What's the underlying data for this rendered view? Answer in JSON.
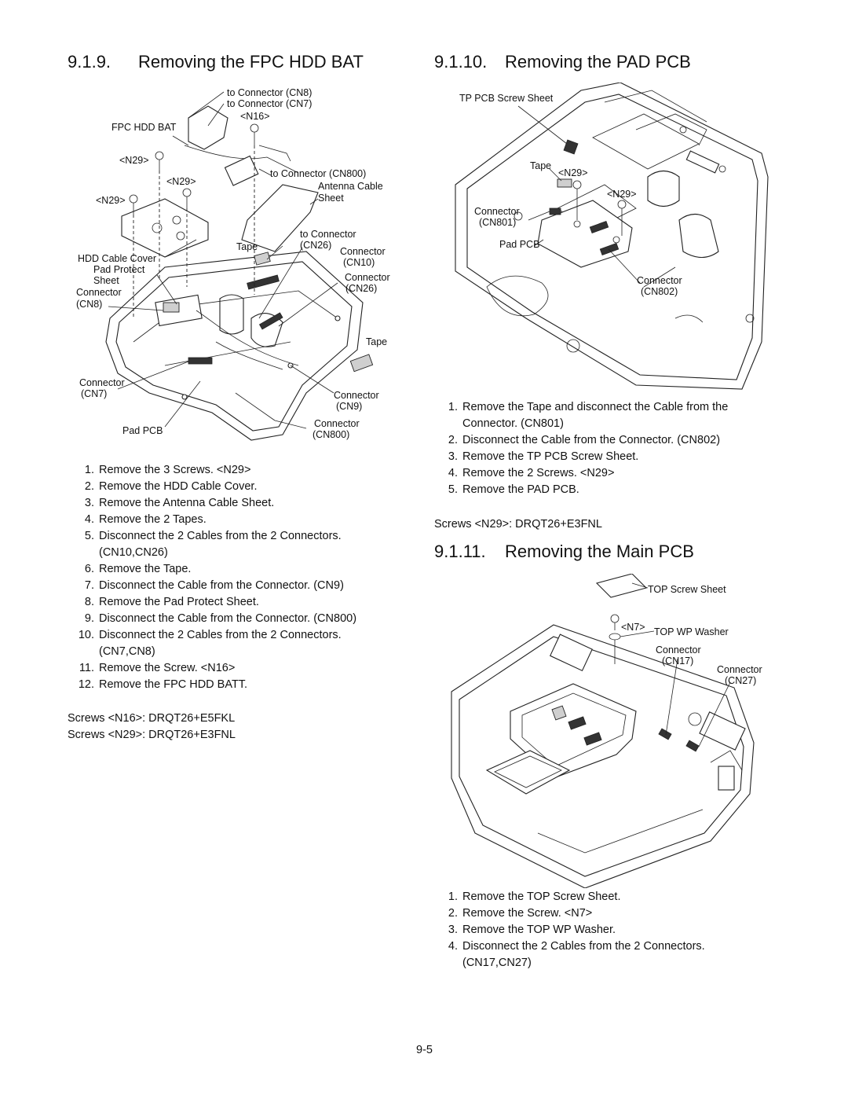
{
  "sections": {
    "fpc": {
      "number": "9.1.9.",
      "title": "Removing the FPC HDD BAT",
      "callouts": {
        "to_cn8": "to Connector (CN8)",
        "to_cn7": "to Connector (CN7)",
        "n16": "<N16>",
        "fpc_hdd_bat": "FPC HDD BAT",
        "n29_a": "<N29>",
        "n29_b": "<N29>",
        "n29_c": "<N29>",
        "to_cn800": "to Connector (CN800)",
        "antenna_cable": "Antenna Cable",
        "sheet": "Sheet",
        "to_connector": "to Connector",
        "cn26_paren": "(CN26)",
        "tape_1": "Tape",
        "connector_cn10_a": "Connector",
        "connector_cn10_b": "(CN10)",
        "hdd_cable_cover": "HDD Cable Cover",
        "pad_protect": "Pad Protect",
        "sheet_2": "Sheet",
        "connector_cn26_a": "Connector",
        "connector_cn26_b": "(CN26)",
        "connector_cn8_a": "Connector",
        "connector_cn8_b": "(CN8)",
        "tape_2": "Tape",
        "connector_cn7_a": "Connector",
        "connector_cn7_b": "(CN7)",
        "connector_cn9_a": "Connector",
        "connector_cn9_b": "(CN9)",
        "pad_pcb": "Pad PCB",
        "connector_cn800_a": "Connector",
        "connector_cn800_b": "(CN800)"
      },
      "steps": [
        {
          "n": "1.",
          "text": "Remove the 3 Screws. <N29>"
        },
        {
          "n": "2.",
          "text": "Remove the HDD Cable Cover."
        },
        {
          "n": "3.",
          "text": "Remove the Antenna Cable Sheet."
        },
        {
          "n": "4.",
          "text": "Remove the 2 Tapes."
        },
        {
          "n": "5.",
          "text": "Disconnect the 2 Cables from the 2 Connectors.",
          "cont": "(CN10,CN26)"
        },
        {
          "n": "6.",
          "text": "Remove the Tape."
        },
        {
          "n": "7.",
          "text": "Disconnect the Cable from the Connector. (CN9)"
        },
        {
          "n": "8.",
          "text": "Remove the Pad Protect Sheet."
        },
        {
          "n": "9.",
          "text": "Disconnect the Cable from the Connector. (CN800)"
        },
        {
          "n": "10.",
          "text": "Disconnect the 2 Cables from the 2 Connectors.",
          "cont": "(CN7,CN8)"
        },
        {
          "n": "11.",
          "text": "Remove the Screw. <N16>"
        },
        {
          "n": "12.",
          "text": "Remove the FPC HDD BATT."
        }
      ],
      "screws": [
        "Screws <N16>: DRQT26+E5FKL",
        "Screws <N29>: DRQT26+E3FNL"
      ]
    },
    "pad": {
      "number": "9.1.10.",
      "title": "Removing the PAD PCB",
      "callouts": {
        "tp_sheet": "TP PCB Screw Sheet",
        "tape": "Tape",
        "n29_a": "<N29>",
        "n29_b": "<N29>",
        "connector_a": "Connector",
        "cn801": "(CN801)",
        "pad_pcb": "Pad PCB",
        "connector_b": "Connector",
        "cn802": "(CN802)"
      },
      "steps": [
        {
          "n": "1.",
          "text": "Remove the Tape and disconnect the Cable from the",
          "cont": "Connector. (CN801)"
        },
        {
          "n": "2.",
          "text": "Disconnect the Cable from the Connector. (CN802)"
        },
        {
          "n": "3.",
          "text": "Remove the TP PCB Screw Sheet."
        },
        {
          "n": "4.",
          "text": "Remove the 2 Screws. <N29>"
        },
        {
          "n": "5.",
          "text": "Remove the PAD PCB."
        }
      ],
      "screws": [
        "Screws <N29>: DRQT26+E3FNL"
      ]
    },
    "main": {
      "number": "9.1.11.",
      "title": "Removing the Main PCB",
      "callouts": {
        "top_screw_sheet": "TOP Screw Sheet",
        "n7": "<N7>",
        "top_wp_washer": "TOP WP Washer",
        "connector_cn17_a": "Connector",
        "connector_cn17_b": "(CN17)",
        "connector_cn27_a": "Connector",
        "connector_cn27_b": "(CN27)"
      },
      "steps": [
        {
          "n": "1.",
          "text": "Remove the TOP Screw Sheet."
        },
        {
          "n": "2.",
          "text": "Remove the Screw. <N7>"
        },
        {
          "n": "3.",
          "text": "Remove the TOP WP Washer."
        },
        {
          "n": "4.",
          "text": "Disconnect the 2 Cables from the 2 Connectors.",
          "cont": "(CN17,CN27)"
        }
      ]
    }
  },
  "page_number": "9-5"
}
